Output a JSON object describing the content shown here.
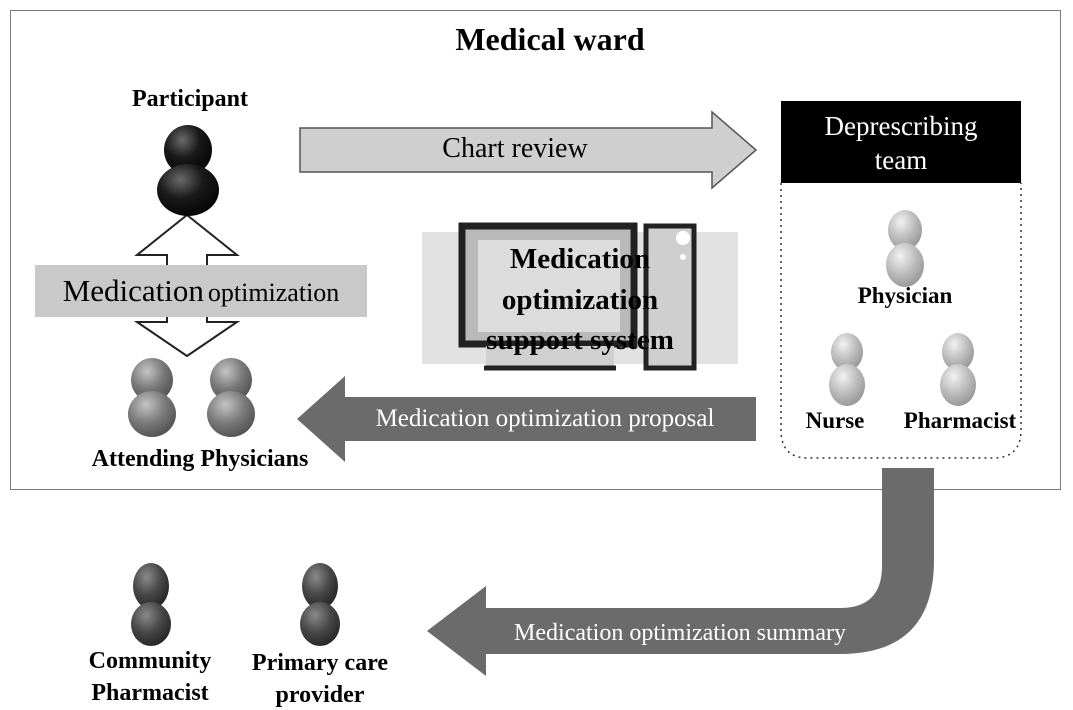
{
  "ward": {
    "title": "Medical ward"
  },
  "participant": {
    "label": "Participant"
  },
  "arrows": {
    "chart_review": "Chart review",
    "optimization_proposal": "Medication optimization proposal",
    "optimization_summary": "Medication optimization summary"
  },
  "medication_optimization_band": {
    "word1": "Medication",
    "word2": "optimization"
  },
  "support_system": {
    "line1": "Medication",
    "line2": "optimization",
    "line3": "support system"
  },
  "team": {
    "header_line1": "Deprescribing",
    "header_line2": "team",
    "physician": "Physician",
    "nurse": "Nurse",
    "pharmacist": "Pharmacist"
  },
  "attending": {
    "label": "Attending Physicians"
  },
  "outside": {
    "community_line1": "Community",
    "community_line2": "Pharmacist",
    "primary_line1": "Primary care",
    "primary_line2": "provider"
  },
  "colors": {
    "chart_review_arrow": "#cfcfcf",
    "proposal_arrow": "#6b6b6b",
    "summary_arrow": "#6b6b6b",
    "team_header": "#000000",
    "band": "#c9c9c9"
  },
  "icons": {
    "participant": "person-icon",
    "team_members": "person-icon",
    "attending": "person-icon",
    "outside": "person-icon",
    "support_system": "computer-monitor-icon"
  }
}
